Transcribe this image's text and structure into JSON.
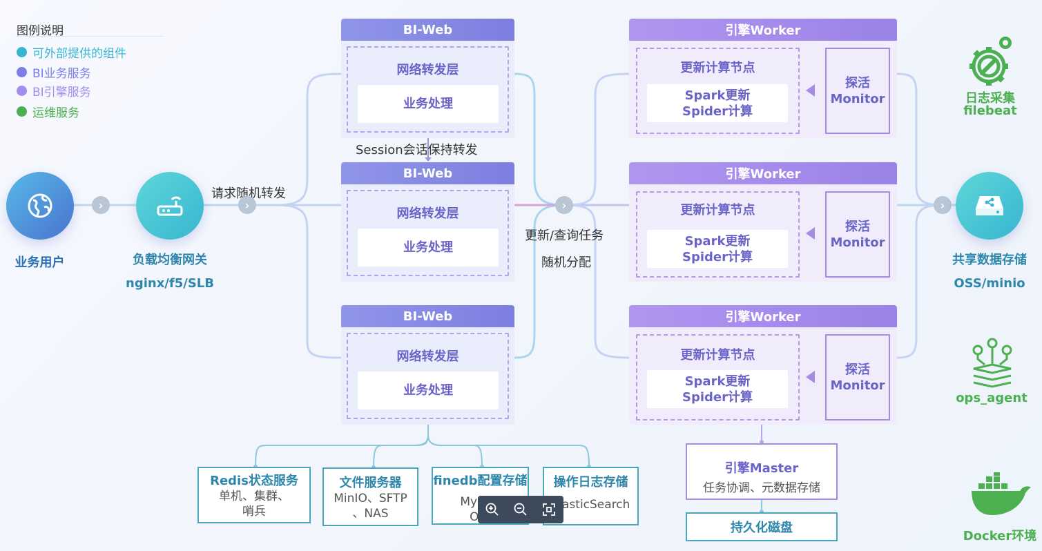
{
  "legend": {
    "title": "图例说明",
    "items": [
      {
        "label": "可外部提供的组件",
        "color": "#38b6d1"
      },
      {
        "label": "BI业务服务",
        "color": "#7b7ee4"
      },
      {
        "label": "BI引擎服务",
        "color": "#a48df0"
      },
      {
        "label": "运维服务",
        "color": "#4caf50"
      }
    ]
  },
  "user": {
    "label": "业务用户"
  },
  "gateway": {
    "label": "负载均衡网关",
    "sub": "nginx/f5/SLB"
  },
  "flow_labels": {
    "random_forward": "请求随机转发",
    "session": "Session会话保持转发",
    "task_update": "更新/查询任务",
    "task_random": "随机分配"
  },
  "biweb": {
    "title": "BI-Web",
    "layer": "网络转发层",
    "business": "业务处理"
  },
  "worker": {
    "title": "引擎Worker",
    "node": "更新计算节点",
    "spark": "Spark更新",
    "spider": "Spider计算",
    "probe": "探活",
    "monitor": "Monitor"
  },
  "storage": {
    "label": "共享数据存储",
    "sub": "OSS/minio"
  },
  "bottom": {
    "redis": {
      "title": "Redis状态服务",
      "l1": "单机、集群、",
      "l2": "哨兵"
    },
    "file": {
      "title": "文件服务器",
      "l1": "MinIO、SFTP",
      "l2": "、NAS"
    },
    "finedb": {
      "title": "finedb配置存储",
      "l1": "MySQL",
      "l2": "Ora"
    },
    "oplog": {
      "title": "操作日志存储",
      "l1": "ElasticSearch"
    }
  },
  "master": {
    "title": "引擎Master",
    "sub": "任务协调、元数据存储",
    "disk": "持久化磁盘"
  },
  "ops": {
    "filebeat_title": "日志采集",
    "filebeat_sub": "filebeat",
    "agent": "ops_agent",
    "docker": "Docker环境"
  },
  "toolbar": {
    "icons": [
      "zoom-in-icon",
      "zoom-out-icon",
      "fit-screen-icon"
    ]
  }
}
